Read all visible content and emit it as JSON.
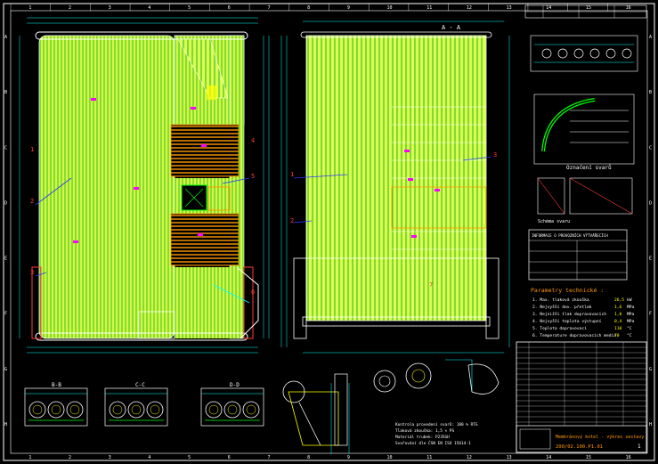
{
  "colors": {
    "background": "#000000",
    "frame": "#ffffff",
    "tube_fill": "#d8ff3c",
    "tube_line": "#22cc22",
    "dimension": "#00ffff",
    "cyan": "#00ffff",
    "magenta": "#ff00ff",
    "orange": "#ff9900",
    "red": "#ff3b3b",
    "yellow": "#ffff00",
    "blue": "#2b3bff",
    "green": "#00ff00"
  },
  "grid": {
    "columns": [
      "1",
      "2",
      "3",
      "4",
      "5",
      "6",
      "7",
      "8",
      "9",
      "10",
      "11",
      "12",
      "13",
      "14",
      "15",
      "16"
    ],
    "rows": [
      "A",
      "B",
      "C",
      "D",
      "E",
      "F",
      "G",
      "H"
    ]
  },
  "section_labels": {
    "top_view": "A - A",
    "b": "B-B",
    "c": "C-C",
    "d": "D-D"
  },
  "parameters_title": "Parametry technické :",
  "parameters": [
    {
      "n": "1.",
      "label": "Max. tlaková zkouška",
      "value": "26,5",
      "unit": "kW"
    },
    {
      "n": "2.",
      "label": "Nejvyšší dov. přetlak",
      "value": "1,6",
      "unit": "MPa"
    },
    {
      "n": "3.",
      "label": "Nejnižší tlak dopravovacích",
      "value": "1,0",
      "unit": "MPa"
    },
    {
      "n": "4.",
      "label": "Nejvyšší teplota výstupní",
      "value": "0,4",
      "unit": "MPa"
    },
    {
      "n": "5.",
      "label": "Teplota dopravovací",
      "value": "110",
      "unit": "°C"
    },
    {
      "n": "6.",
      "label": "Temperature dopravovacích media",
      "value": "70",
      "unit": "°C"
    }
  ],
  "info_box_title": "INFORMACE O PROVOZNÍCH VÝTVÁŘECÍCH",
  "legend_title": "Označení svarů",
  "legend_note": "Schéma svaru",
  "title_block": {
    "drawing_title": "Membránový kotel - výkres sestavy",
    "drawing_number": "200/02.100.P1.01",
    "sheet": "1"
  },
  "notes": [
    "Kontrola provedení svarů: 100 % RTG",
    "Tlaková zkouška: 1,5 × PS",
    "Materiál trubek: P235GH",
    "Svařování dle ČSN EN ISO 15614-1"
  ]
}
